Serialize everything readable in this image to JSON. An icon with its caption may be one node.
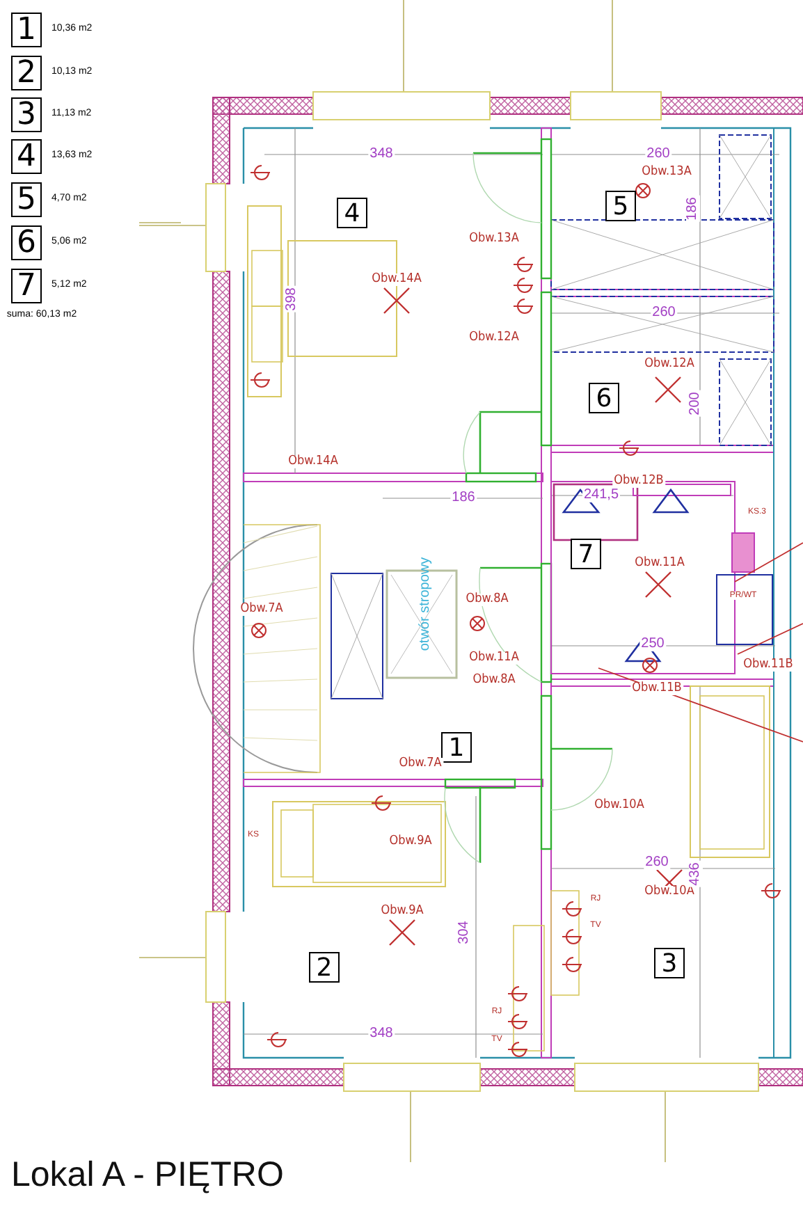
{
  "diagram": {
    "title": "Lokal A - PIĘTRO",
    "nodes": [
      {
        "text": [
          "1"
        ],
        "beside": [
          "10,36 m2"
        ]
      },
      {
        "text": [
          "2"
        ],
        "beside": [
          "10,13 m2"
        ]
      },
      {
        "text": [
          "3"
        ],
        "beside": [
          "11,13 m2"
        ]
      },
      {
        "text": [
          "4"
        ],
        "beside": [
          "13,63 m2"
        ]
      },
      {
        "text": [
          "5"
        ],
        "beside": [
          "4,70 m2"
        ]
      },
      {
        "text": [
          "6"
        ],
        "beside": [
          "5,06 m2"
        ]
      },
      {
        "text": [
          "7"
        ],
        "beside": [
          "5,12 m2"
        ]
      },
      {
        "text": [
          "4"
        ]
      },
      {
        "text": [
          "5"
        ]
      },
      {
        "text": [
          "6"
        ]
      },
      {
        "text": [
          "7"
        ]
      },
      {
        "text": [
          "1"
        ]
      },
      {
        "text": [
          "2"
        ]
      },
      {
        "text": [
          "3"
        ]
      }
    ],
    "labels": [
      "suma: 60,13 m2",
      "348",
      "260",
      "Obw.13A",
      "186",
      "Obw.13A",
      "Obw.14A",
      "398",
      "260",
      "Obw.12A",
      "Obw.12A",
      "200",
      "Obw.14A",
      "Obw.12B",
      "241,5",
      "186",
      "KS.3",
      "Obw.11A",
      "otwór stropowy",
      "Obw.7A",
      "Obw.8A",
      "PR/WT",
      "Obw.11A",
      "250",
      "Obw.11B",
      "Obw.8A",
      "Obw.11B",
      "Obw.7A",
      "Obw.10A",
      "KS",
      "Obw.9A",
      "RJ",
      "Obw.10A",
      "260",
      "436",
      "Obw.9A",
      "TV",
      "304",
      "RJ",
      "TV",
      "348"
    ]
  }
}
